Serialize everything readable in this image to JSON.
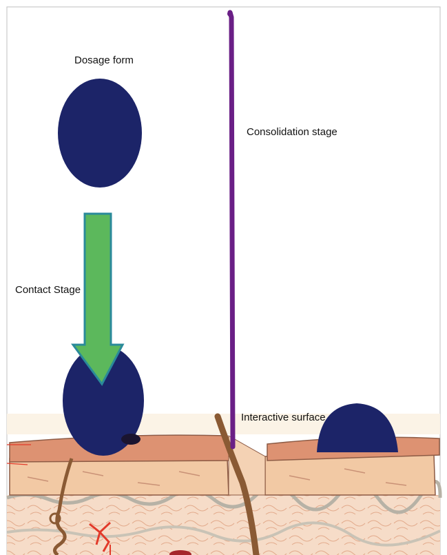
{
  "labels": {
    "dosage_form": "Dosage form",
    "contact_stage": "Contact Stage",
    "consolidation_stage": "Consolidation stage",
    "interactive_surface": "Interactive surface"
  },
  "colors": {
    "dosage_form": "#1c2468",
    "contact_arrow": "#5cb85c",
    "contact_arrow_outline": "#2a8a9a",
    "consolidation_line": "#6a1f86",
    "skin_surface": "#dd9272",
    "epidermis": "#f2c9a4",
    "dermis": "#f6dcc8",
    "hair": "#8a5a34",
    "background": "#ffffff"
  },
  "icons": {
    "dosage_form_top": "dosage-form-oval",
    "dosage_form_contact": "dosage-form-oval",
    "dosage_form_attached": "dosage-form-dome",
    "arrow": "arrow-down",
    "skin": "skin-cross-section"
  }
}
